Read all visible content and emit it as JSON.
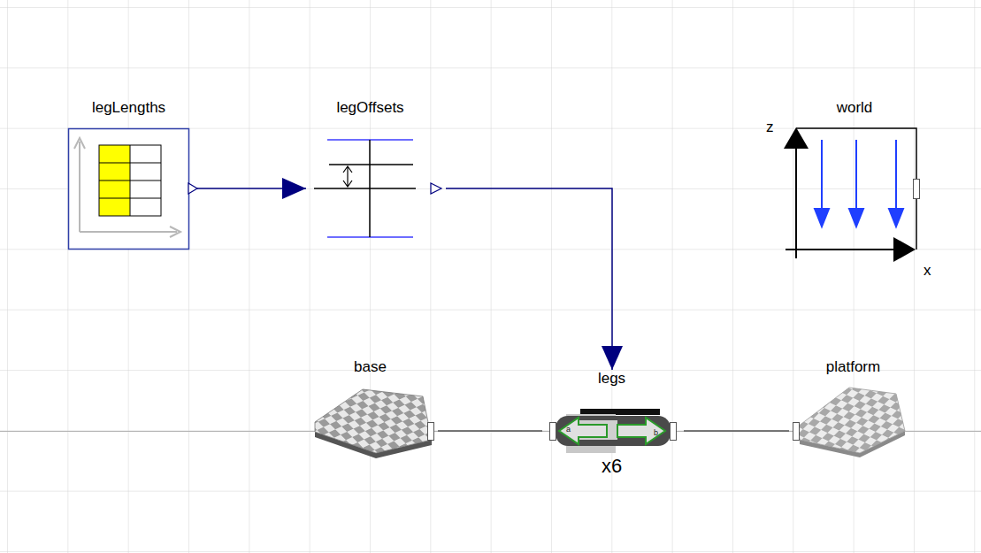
{
  "diagram": {
    "nodes": [
      {
        "text": [
          "legLengths"
        ]
      },
      {
        "text": [
          "legOffsets"
        ]
      },
      {
        "text": [
          "world"
        ]
      },
      {
        "text": [
          "base"
        ]
      },
      {
        "text": [
          "legs",
          "x6"
        ]
      },
      {
        "text": [
          "platform"
        ]
      }
    ],
    "edges": [
      {
        "from": 0,
        "to": 1,
        "arrow": "to"
      },
      {
        "from": 1,
        "to": 4,
        "arrow": "to"
      },
      {
        "from": 3,
        "to": 4,
        "arrow": "none"
      },
      {
        "from": 4,
        "to": 5,
        "arrow": "none"
      }
    ],
    "labels": [
      "z",
      "x",
      "a",
      "b"
    ]
  }
}
